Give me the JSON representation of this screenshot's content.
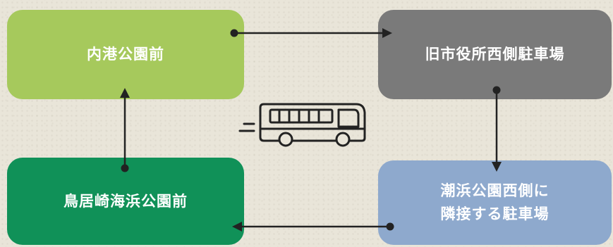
{
  "colors": {
    "background": "#e9e5d9",
    "node_green_light": "#a6c95c",
    "node_gray": "#7a7a7a",
    "node_blue": "#8ea9cd",
    "node_green_dark": "#109158",
    "line": "#222222"
  },
  "nodes": [
    {
      "label": "内港公園前",
      "color": "#a6c95c"
    },
    {
      "label": "旧市役所西側駐車場",
      "color": "#7a7a7a"
    },
    {
      "label": "潮浜公園西側に\n隣接する駐車場",
      "color": "#8ea9cd"
    },
    {
      "label": "鳥居崎海浜公園前",
      "color": "#109158"
    }
  ],
  "center_icon": "bus-icon"
}
